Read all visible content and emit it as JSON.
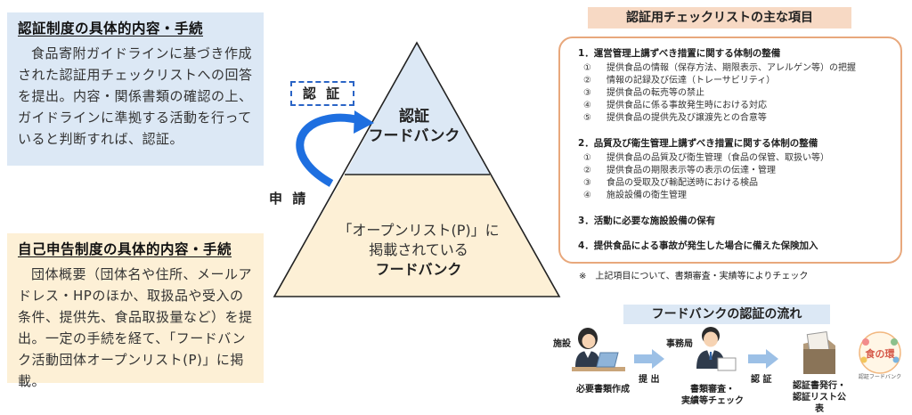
{
  "left": {
    "cert_title": "認証制度の具体的内容・手続",
    "cert_body": "食品寄附ガイドラインに基づき作成された認証用チェックリストへの回答を提出。内容・関係書類の確認の上、ガイドラインに準拠する活動を行っていると判断すれば、認証。",
    "self_title": "自己申告制度の具体的内容・手続",
    "self_body": "団体概要（団体名や住所、メールアドレス・HPのほか、取扱品や受入の条件、提供先、食品取扱量など）を提出。一定の手続を経て、「フードバンク活動団体オープンリスト(P)」に掲載。"
  },
  "pyramid": {
    "top_line1": "認証",
    "top_line2": "フードバンク",
    "bottom_line1": "「オープンリスト(P)」に",
    "bottom_line2": "掲載されている",
    "bottom_line3": "フードバンク",
    "cert_label": "認 証",
    "apply_label": "申 請",
    "colors": {
      "top": "#dce8f5",
      "bottom": "#fdf0d6",
      "arrow": "#1e6fe0"
    }
  },
  "checklist": {
    "title": "認証用チェックリストの主な項目",
    "s1": "1．運営管理上講ずべき措置に関する体制の整備",
    "s1_items": [
      {
        "num": "①",
        "text": "提供食品の情報（保存方法、期限表示、アレルゲン等）の把握"
      },
      {
        "num": "②",
        "text": "情報の記録及び伝達（トレーサビリティ）"
      },
      {
        "num": "③",
        "text": "提供食品の転売等の禁止"
      },
      {
        "num": "④",
        "text": "提供食品に係る事故発生時における対応"
      },
      {
        "num": "⑤",
        "text": "提供食品の提供先及び譲渡先との合意等"
      }
    ],
    "s2": "2．品質及び衛生管理上講ずべき措置に関する体制の整備",
    "s2_items": [
      {
        "num": "①",
        "text": "提供食品の品質及び衛生管理（食品の保管、取扱い等）"
      },
      {
        "num": "②",
        "text": "提供食品の期限表示等の表示の伝達・管理"
      },
      {
        "num": "③",
        "text": "食品の受取及び輸配送時における検品"
      },
      {
        "num": "④",
        "text": "施設設備の衛生管理"
      }
    ],
    "s3": "3．活動に必要な施設設備の保有",
    "s4": "4．提供食品による事故が発生した場合に備えた保険加入",
    "note": "※　上記項目について、書類審査・実績等によりチェック"
  },
  "flow": {
    "title": "フードバンクの認証の流れ",
    "facility": "施設",
    "office": "事務局",
    "submit": "提 出",
    "certify": "認 証",
    "cap1": "必要書類作成",
    "cap2_l1": "書類審査・",
    "cap2_l2": "実績等チェック",
    "cap3_l1": "認証書発行・",
    "cap3_l2": "認証リスト公",
    "cap3_l3": "表",
    "logo_text": "食の環",
    "logo_small": "認証フードバンク"
  }
}
